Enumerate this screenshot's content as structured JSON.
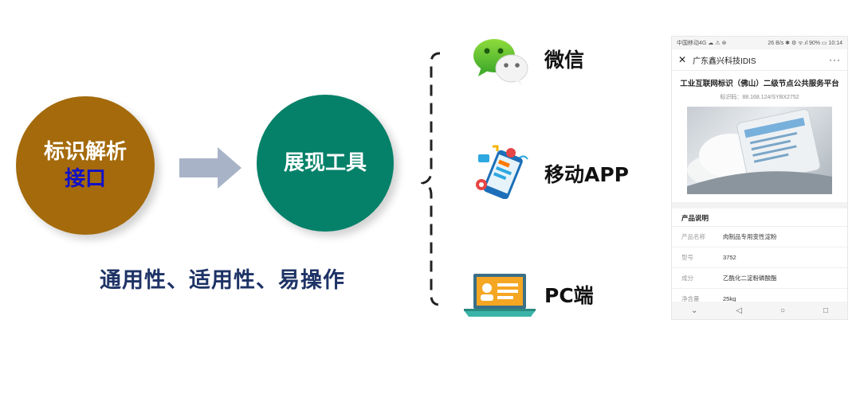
{
  "left": {
    "circle1": {
      "line1": "标识解析",
      "line2": "接口"
    },
    "circle2": {
      "label": "展现工具"
    },
    "tagline": "通用性、适用性、易操作"
  },
  "channels": [
    {
      "label": "微信",
      "icon": "wechat-icon"
    },
    {
      "label": "移动APP",
      "icon": "mobile-app-icon"
    },
    {
      "label": "PC端",
      "icon": "pc-icon"
    }
  ],
  "colors": {
    "circle1": "#a46a0b",
    "circle1_line2_text": "#1010c8",
    "circle2": "#058169",
    "tagline": "#1e3366",
    "arrow": "#a9b3c8"
  },
  "phone": {
    "status_left": "中国移动4G ☁ ⚠ ⊛",
    "status_right": "26 B/s ✱ ⚙ ᯤ.ıl 90% ▭ 10:14",
    "nav_title": "广东鑫兴科技IDIS",
    "page_title": "工业互联网标识（佛山）二级节点公共服务平台",
    "code": "标识码：88.168.124/SYBX2752",
    "section_title": "产品说明",
    "rows": [
      {
        "k": "产品名称",
        "v": "肉制品专用变性淀粉"
      },
      {
        "k": "型号",
        "v": "3752"
      },
      {
        "k": "成分",
        "v": "乙酰化二淀粉磷酸酯"
      },
      {
        "k": "净含量",
        "v": "25kg"
      }
    ]
  }
}
